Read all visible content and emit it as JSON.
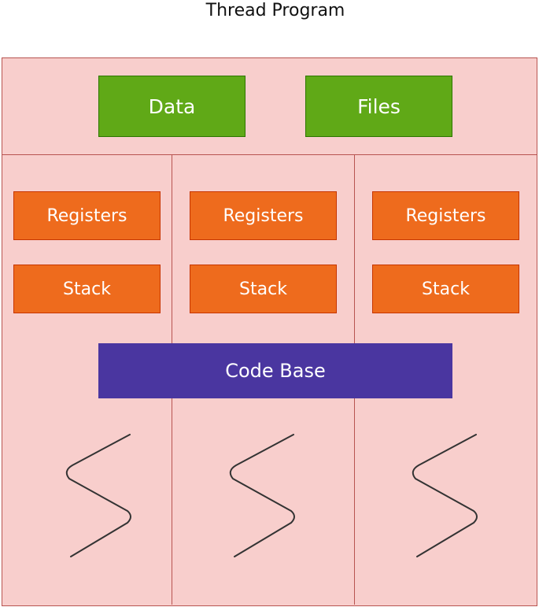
{
  "title": "Thread Program",
  "shared": {
    "data_label": "Data",
    "files_label": "Files"
  },
  "threads": [
    {
      "registers_label": "Registers",
      "stack_label": "Stack"
    },
    {
      "registers_label": "Registers",
      "stack_label": "Stack"
    },
    {
      "registers_label": "Registers",
      "stack_label": "Stack"
    }
  ],
  "code_base_label": "Code Base",
  "colors": {
    "panel_fill": "#f8cecc",
    "panel_border": "#b85450",
    "shared_box": "#60a917",
    "thread_box": "#ee6b1d",
    "code_base": "#4a36a0"
  },
  "icons": [
    "thread-squiggle-icon"
  ]
}
